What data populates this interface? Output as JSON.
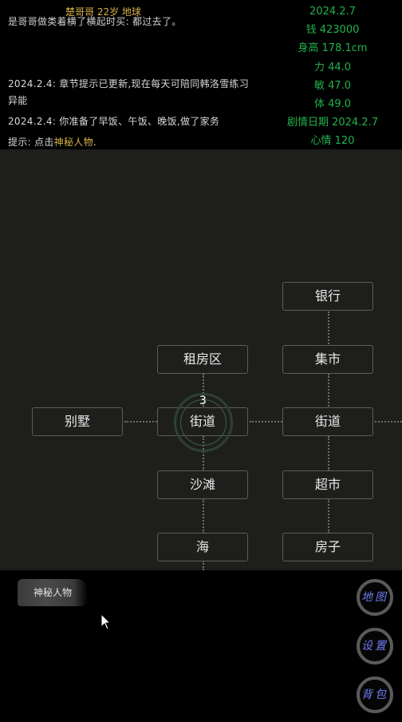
{
  "header": {
    "character_info": "楚哥哥  22岁  地球",
    "log_cut": "是哥哥做类着横了横起时买:       都过去了。",
    "log": [
      "2024.2.4: 章节提示已更新,现在每天可陪同韩洛雪练习",
      "异能",
      "2024.2.4: 你准备了早饭、午饭、晚饭,做了家务"
    ],
    "hint_prefix": "提示: 点击",
    "hint_link": "神秘人物",
    "hint_suffix": "."
  },
  "stats": {
    "date": "2024.2.7",
    "money": "钱 423000",
    "height": "身高 178.1cm",
    "strength": "力 44.0",
    "agility": "敏 47.0",
    "constitution": "体 49.0",
    "plot_date": "剧情日期 2024.2.7",
    "mood": "心情 120"
  },
  "map": {
    "nodes": {
      "bank": "银行",
      "market": "集市",
      "rental": "租房区",
      "villa": "别墅",
      "street_current": "街道",
      "street_east": "街道",
      "beach": "沙滩",
      "supermarket": "超市",
      "sea": "海",
      "house": "房子"
    },
    "current_badge": "3"
  },
  "bottom": {
    "npc_button": "神秘人物",
    "map_button": "地图",
    "settings_button": "设置",
    "bag_button": "背包"
  },
  "colors": {
    "accent_gold": "#d6b34a",
    "stat_green": "#22b14c",
    "button_text_blue": "#6e7cf0",
    "map_bg": "#1e1f1c"
  }
}
